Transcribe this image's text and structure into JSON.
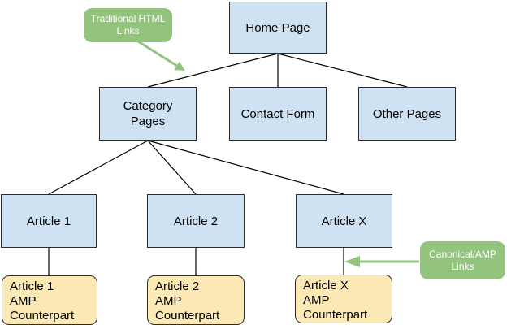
{
  "colors": {
    "page_bg": "#ffffff",
    "node_fill": "#cfe2f3",
    "node_border": "#2b2b2b",
    "amp_fill": "#fce9b6",
    "amp_border": "#2b2b2b",
    "callout_fill": "#93c47d",
    "callout_text": "#ffffff",
    "connector": "#000000"
  },
  "nodes": {
    "home": "Home Page",
    "category": "Category\nPages",
    "contact": "Contact Form",
    "other": "Other Pages",
    "article1": "Article 1",
    "article2": "Article 2",
    "articleX": "Article X",
    "amp1": "Article 1\nAMP\nCounterpart",
    "amp2": "Article 2\nAMP\nCounterpart",
    "ampX": "Article X\nAMP\nCounterpart"
  },
  "callouts": {
    "traditional": "Traditional HTML\nLinks",
    "canonical": "Canonical/AMP\nLinks"
  }
}
